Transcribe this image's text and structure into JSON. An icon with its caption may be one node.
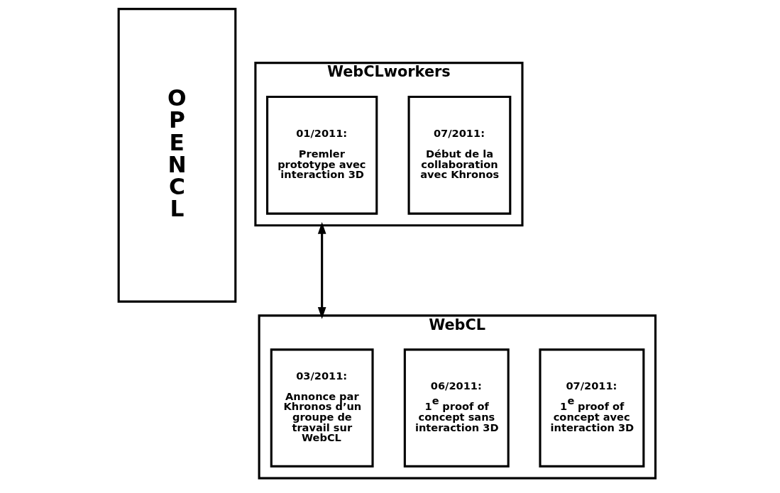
{
  "diagram": {
    "nodes": [
      {
        "text": [
          "O P E N C L"
        ]
      },
      {
        "text": [
          "WebCLworkers"
        ]
      },
      {
        "text": [
          "01/2011:",
          "Premler prototype avec interaction 3D"
        ],
        "in": 1
      },
      {
        "text": [
          "07/2011:",
          "Début de la collaboration avec Khronos"
        ],
        "in": 1
      },
      {
        "text": [
          "WebCL"
        ]
      },
      {
        "text": [
          "03/2011:",
          "Annonce par Khronos d’un groupe de travail sur WebCL"
        ],
        "in": 4
      },
      {
        "text": [
          "06/2011:",
          "1$^{e}$ proof of concept sans interaction 3D"
        ],
        "in": 4
      },
      {
        "text": [
          "07/2011:",
          "1$^{e}$ proof of concept avec interaction 3D"
        ],
        "in": 4
      }
    ],
    "edges": [
      {
        "from": 1,
        "to": 4,
        "arrow": "both"
      }
    ]
  }
}
